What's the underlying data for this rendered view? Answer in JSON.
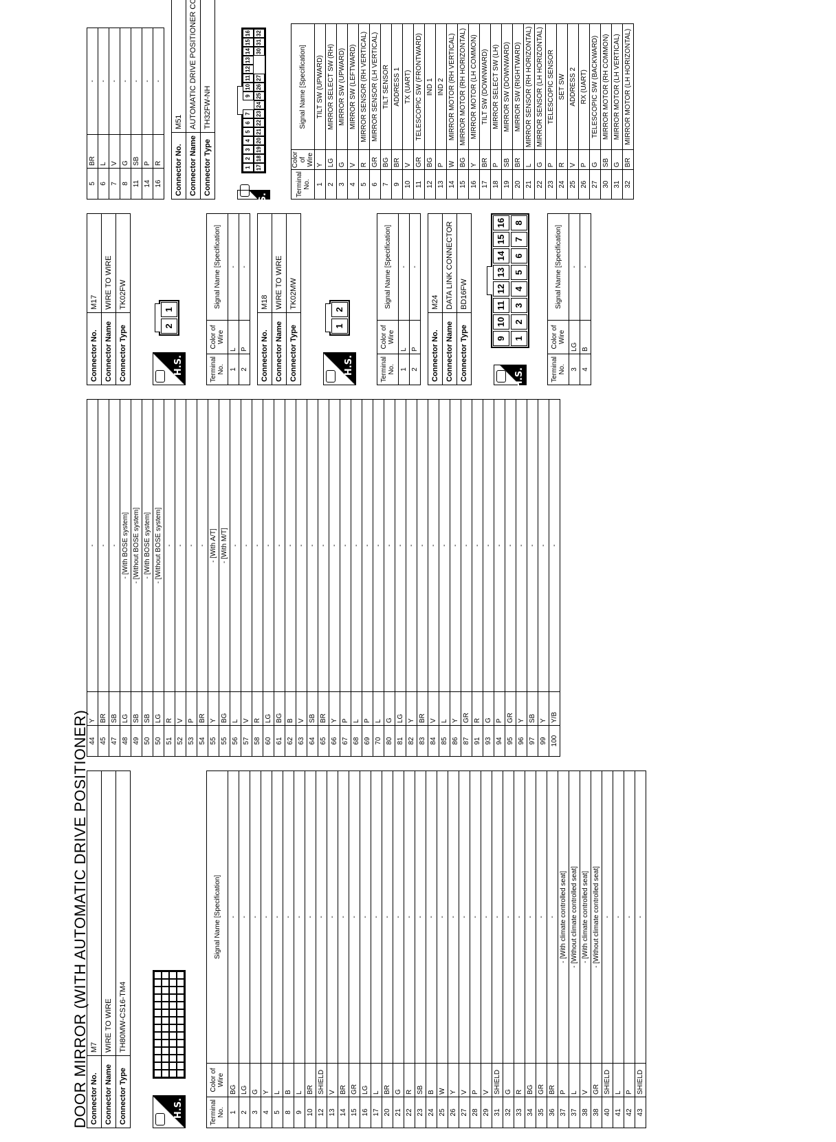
{
  "title": "DOOR MIRROR (WITH AUTOMATIC DRIVE POSITIONER)",
  "labels": {
    "conn_no": "Connector No.",
    "conn_name": "Connector Name",
    "conn_type": "Connector Type",
    "hs": "H.S.",
    "th_terminal": "Terminal No.",
    "th_color": "Color of Wire",
    "th_signal": "Signal Name [Specification]"
  },
  "m7": {
    "no": "M7",
    "name": "WIRE TO WIRE",
    "type": "TH80MW-CS16-TM4",
    "rows": [
      [
        "1",
        "BG",
        "-"
      ],
      [
        "2",
        "LG",
        "-"
      ],
      [
        "3",
        "G",
        "-"
      ],
      [
        "4",
        "Y",
        "-"
      ],
      [
        "5",
        "L",
        "-"
      ],
      [
        "8",
        "B",
        "-"
      ],
      [
        "9",
        "L",
        "-"
      ],
      [
        "10",
        "BR",
        "-"
      ],
      [
        "12",
        "SHIELD",
        "-"
      ],
      [
        "13",
        "V",
        "-"
      ],
      [
        "14",
        "BR",
        "-"
      ],
      [
        "15",
        "GR",
        "-"
      ],
      [
        "16",
        "LG",
        "-"
      ],
      [
        "17",
        "L",
        "-"
      ],
      [
        "20",
        "BR",
        "-"
      ],
      [
        "21",
        "G",
        "-"
      ],
      [
        "22",
        "R",
        "-"
      ],
      [
        "23",
        "SB",
        "-"
      ],
      [
        "24",
        "B",
        "-"
      ],
      [
        "25",
        "W",
        "-"
      ],
      [
        "26",
        "Y",
        "-"
      ],
      [
        "27",
        "V",
        "-"
      ],
      [
        "28",
        "P",
        "-"
      ],
      [
        "29",
        "V",
        "-"
      ],
      [
        "31",
        "SHIELD",
        "-"
      ],
      [
        "32",
        "G",
        "-"
      ],
      [
        "33",
        "R",
        "-"
      ],
      [
        "34",
        "BG",
        "-"
      ],
      [
        "35",
        "GR",
        "-"
      ],
      [
        "36",
        "BR",
        "-"
      ],
      [
        "37",
        "P",
        "- [With climate controlled seat]"
      ],
      [
        "37",
        "L",
        "- [Without climate controlled seat]"
      ],
      [
        "38",
        "V",
        "- [With climate controlled seat]"
      ],
      [
        "38",
        "GR",
        "- [Without climate controlled seat]"
      ],
      [
        "40",
        "SHIELD",
        "-"
      ],
      [
        "41",
        "L",
        "-"
      ],
      [
        "42",
        "P",
        "-"
      ],
      [
        "43",
        "SHIELD",
        "-"
      ]
    ],
    "rows2": [
      [
        "44",
        "Y",
        "-"
      ],
      [
        "45",
        "BR",
        "-"
      ],
      [
        "47",
        "SB",
        "-"
      ],
      [
        "48",
        "LG",
        "- [With BOSE system]"
      ],
      [
        "49",
        "SB",
        "- [Without BOSE system]"
      ],
      [
        "50",
        "SB",
        "- [With BOSE system]"
      ],
      [
        "50",
        "LG",
        "- [Without BOSE system]"
      ],
      [
        "51",
        "R",
        "-"
      ],
      [
        "52",
        "V",
        "-"
      ],
      [
        "53",
        "P",
        "-"
      ],
      [
        "54",
        "BR",
        "-"
      ],
      [
        "55",
        "Y",
        "- [With A/T]"
      ],
      [
        "55",
        "BG",
        "- [With M/T]"
      ],
      [
        "56",
        "L",
        "-"
      ],
      [
        "57",
        "V",
        "-"
      ],
      [
        "58",
        "R",
        "-"
      ],
      [
        "60",
        "LG",
        "-"
      ],
      [
        "61",
        "BG",
        "-"
      ],
      [
        "62",
        "B",
        "-"
      ],
      [
        "63",
        "V",
        "-"
      ],
      [
        "64",
        "SB",
        "-"
      ],
      [
        "65",
        "BR",
        "-"
      ],
      [
        "66",
        "Y",
        "-"
      ],
      [
        "67",
        "P",
        "-"
      ],
      [
        "68",
        "L",
        "-"
      ],
      [
        "69",
        "P",
        "-"
      ],
      [
        "70",
        "L",
        "-"
      ],
      [
        "80",
        "G",
        "-"
      ],
      [
        "81",
        "LG",
        "-"
      ],
      [
        "82",
        "Y",
        "-"
      ],
      [
        "83",
        "BR",
        "-"
      ],
      [
        "84",
        "V",
        "-"
      ],
      [
        "85",
        "L",
        "-"
      ],
      [
        "86",
        "Y",
        "-"
      ],
      [
        "87",
        "GR",
        "-"
      ],
      [
        "91",
        "R",
        "-"
      ],
      [
        "93",
        "G",
        "-"
      ],
      [
        "94",
        "P",
        "-"
      ],
      [
        "95",
        "GR",
        "-"
      ],
      [
        "96",
        "Y",
        "-"
      ],
      [
        "97",
        "SB",
        "-"
      ],
      [
        "99",
        "Y",
        "-"
      ],
      [
        "100",
        "Y/B",
        "-"
      ]
    ]
  },
  "m17": {
    "no": "M17",
    "name": "WIRE TO WIRE",
    "type": "TK02FW",
    "pins": [
      "2",
      "1"
    ],
    "rows": [
      [
        "1",
        "L",
        "-"
      ],
      [
        "2",
        "P",
        "-"
      ]
    ]
  },
  "m18": {
    "no": "M18",
    "name": "WIRE TO WIRE",
    "type": "TK02MW",
    "pins": [
      "1",
      "2"
    ],
    "rows": [
      [
        "1",
        "L",
        "-"
      ],
      [
        "2",
        "P",
        "-"
      ]
    ]
  },
  "m24": {
    "no": "M24",
    "name": "DATA LINK CONNECTOR",
    "type": "BD16FW",
    "pins_top": [
      "9",
      "10",
      "11",
      "12",
      "13",
      "14",
      "15",
      "16"
    ],
    "pins_bottom": [
      "1",
      "2",
      "3",
      "4",
      "5",
      "6",
      "7",
      "8"
    ],
    "rows": [
      [
        "3",
        "LG",
        "-"
      ],
      [
        "4",
        "B",
        "-"
      ]
    ]
  },
  "m51": {
    "no": "M51",
    "name": "AUTOMATIC DRIVE POSITIONER CONTROL UNIT",
    "type": "TH32FW-NH",
    "pins_top": [
      "1",
      "2",
      "3",
      "4",
      "5",
      "6",
      "7",
      "",
      "9",
      "10",
      "11",
      "12",
      "13",
      "14",
      "15",
      "16"
    ],
    "pins_bottom": [
      "17",
      "18",
      "19",
      "20",
      "21",
      "22",
      "23",
      "24",
      "25",
      "26",
      "27",
      "",
      "",
      "30",
      "31",
      "32"
    ],
    "rows": [
      [
        "1",
        "Y",
        "TILT SW (UPWARD)"
      ],
      [
        "2",
        "LG",
        "MIRROR SELECT SW (RH)"
      ],
      [
        "3",
        "G",
        "MIRROR SW (UPWARD)"
      ],
      [
        "4",
        "V",
        "MIRROR SW (LEFTWARD)"
      ],
      [
        "5",
        "R",
        "MIRROR SENSOR (RH VERTICAL)"
      ],
      [
        "6",
        "GR",
        "MIRROR SENSOR (LH VERTICAL)"
      ],
      [
        "7",
        "BG",
        "TILT SENSOR"
      ],
      [
        "9",
        "BR",
        "ADDRESS 1"
      ],
      [
        "10",
        "V",
        "TX (UART)"
      ],
      [
        "11",
        "GR",
        "TELESCOPIC SW (FRONTWARD)"
      ],
      [
        "12",
        "BG",
        "IND 1"
      ],
      [
        "13",
        "P",
        "IND 2"
      ],
      [
        "14",
        "W",
        "MIRROR MOTOR (RH VERTICAL)"
      ],
      [
        "15",
        "BG",
        "MIRROR MOTOR (RH HORIZONTAL)"
      ],
      [
        "16",
        "Y",
        "MIRROR MOTOR (LH COMMON)"
      ],
      [
        "17",
        "BR",
        "TILT SW (DOWNWARD)"
      ],
      [
        "18",
        "P",
        "MIRROR SELECT SW (LH)"
      ],
      [
        "19",
        "SB",
        "MIRROR SW (DOWNWARD)"
      ],
      [
        "20",
        "BR",
        "MIRROR SW (RIGHTWARD)"
      ],
      [
        "21",
        "L",
        "MIRROR SENSOR (RH HORIZONTAL)"
      ],
      [
        "22",
        "G",
        "MIRROR SENSOR (LH HORIZONTAL)"
      ],
      [
        "23",
        "P",
        "TELESCOPIC SENSOR"
      ],
      [
        "24",
        "R",
        "SET SW"
      ],
      [
        "25",
        "V",
        "ADDRESS 2"
      ],
      [
        "26",
        "P",
        "RX (UART)"
      ],
      [
        "27",
        "G",
        "TELESCOPIC SW (BACKWARD)"
      ],
      [
        "30",
        "SB",
        "MIRROR MOTOR (RH COMMON)"
      ],
      [
        "31",
        "G",
        "MIRROR MOTOR (LH VERTICAL)"
      ],
      [
        "32",
        "BR",
        "MIRROR MOTOR (LH HORIZONTAL)"
      ]
    ]
  },
  "m_prev": {
    "rows": [
      [
        "5",
        "BR",
        "-"
      ],
      [
        "6",
        "L",
        "-"
      ],
      [
        "7",
        "V",
        "-"
      ],
      [
        "8",
        "G",
        "-"
      ],
      [
        "11",
        "SB",
        "-"
      ],
      [
        "14",
        "P",
        "-"
      ],
      [
        "16",
        "R",
        "-"
      ]
    ]
  }
}
